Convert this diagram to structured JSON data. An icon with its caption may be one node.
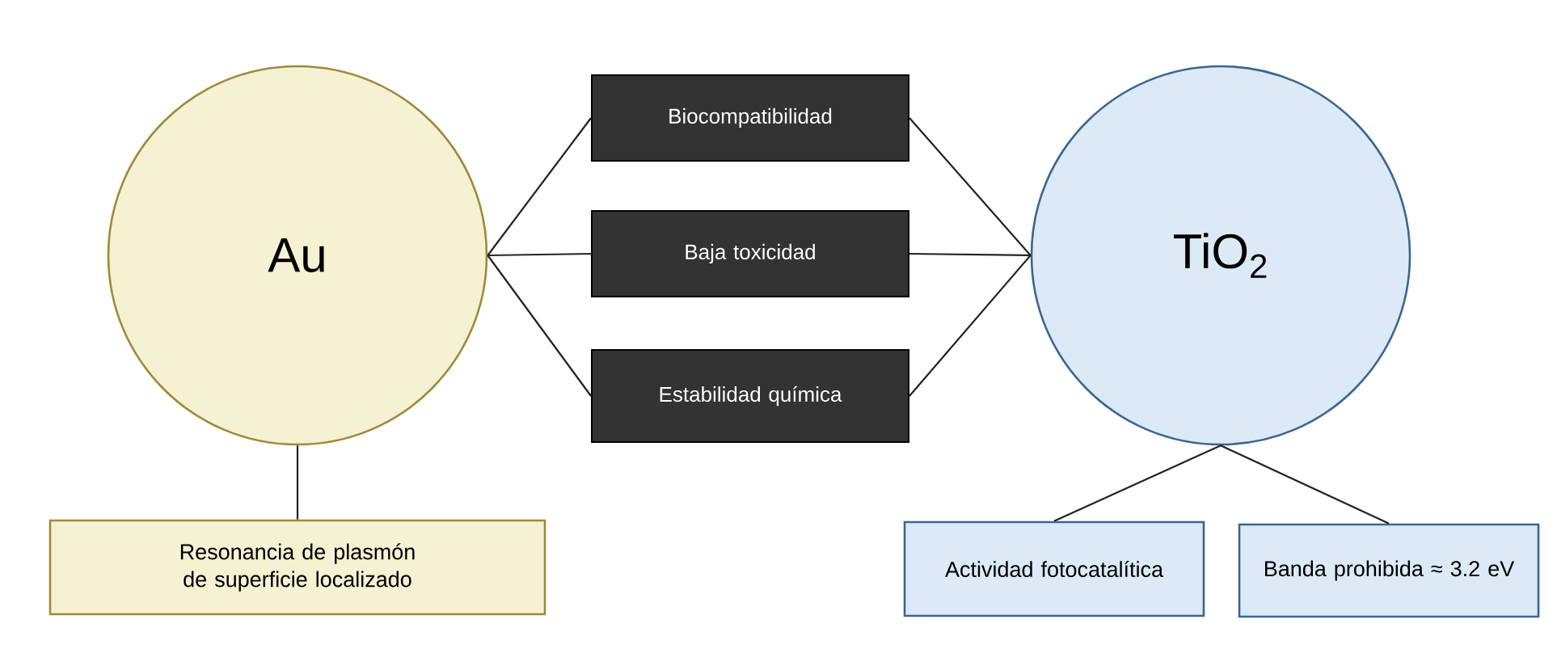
{
  "diagram": {
    "nodes": [
      {
        "text": [
          "Au"
        ]
      },
      {
        "text": [
          "Biocompatibilidad"
        ]
      },
      {
        "text": [
          "Baja toxicidad"
        ]
      },
      {
        "text": [
          "Estabilidad química"
        ]
      },
      {
        "text": [
          "TiO$_{2}$"
        ]
      },
      {
        "text": [
          "Resonancia de plasmón de superficie localizado"
        ]
      },
      {
        "text": [
          "Actividad fotocatalítica"
        ]
      },
      {
        "text": [
          "Banda prohibida ≈ 3.2 eV"
        ]
      }
    ],
    "edges": [
      {
        "from": 0,
        "to": 1,
        "arrow": "none"
      },
      {
        "from": 0,
        "to": 2,
        "arrow": "none"
      },
      {
        "from": 0,
        "to": 3,
        "arrow": "none"
      },
      {
        "from": 1,
        "to": 4,
        "arrow": "none"
      },
      {
        "from": 2,
        "to": 4,
        "arrow": "none"
      },
      {
        "from": 3,
        "to": 4,
        "arrow": "none"
      },
      {
        "from": 0,
        "to": 5,
        "arrow": "none"
      },
      {
        "from": 4,
        "to": 6,
        "arrow": "none"
      },
      {
        "from": 4,
        "to": 7,
        "arrow": "none"
      }
    ]
  }
}
